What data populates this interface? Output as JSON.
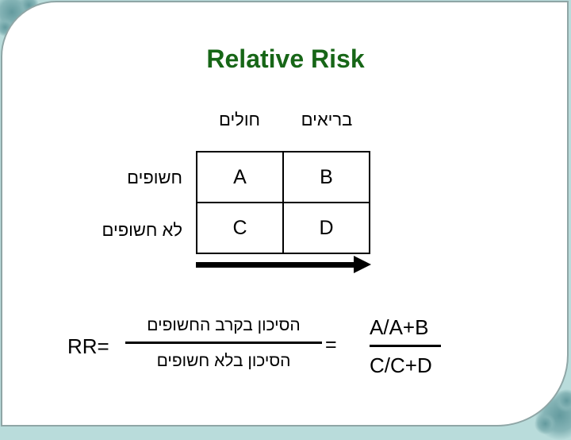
{
  "slide": {
    "title": "Relative Risk",
    "colors": {
      "title_green": "#176617",
      "background_teal": "#b9dcdb",
      "panel_border_gray": "#8fa6a6",
      "text_black": "#000000"
    },
    "table": {
      "col_headers": [
        "חולים",
        "בריאים"
      ],
      "row_headers": [
        "חשופים",
        "לא חשופים"
      ],
      "cells": [
        [
          "A",
          "B"
        ],
        [
          "C",
          "D"
        ]
      ]
    },
    "formula": {
      "lhs": "RR=",
      "fraction_he": {
        "numerator": "הסיכון בקרב החשופים",
        "denominator": "הסיכון בלא חשופים"
      },
      "equals": "=",
      "fraction_letters": {
        "numerator": "A/A+B",
        "denominator": "C/C+D"
      }
    },
    "icons": [
      "arrow-right-icon",
      "bubble-decoration"
    ]
  }
}
